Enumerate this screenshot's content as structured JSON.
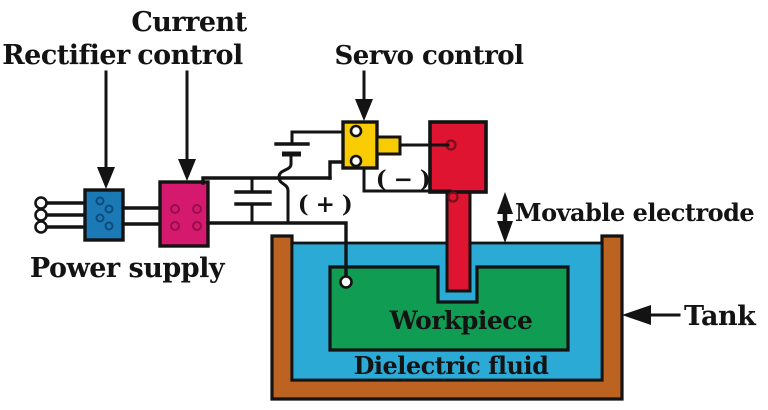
{
  "figure": {
    "type": "EDM process schematic diagram",
    "labels": {
      "rectifier": "Rectifier",
      "current_control_line1": "Current",
      "current_control_line2": "control",
      "servo_control": "Servo control",
      "power_supply": "Power supply",
      "plus_terminal": "( + )",
      "minus_terminal": "( − )",
      "movable_electrode": "Movable electrode",
      "tank": "Tank",
      "workpiece": "Workpiece",
      "dielectric_fluid": "Dielectric fluid"
    },
    "colors": {
      "rectifier_box": "#1B79B5",
      "rectifier_detail": "#0C4C7C",
      "current_control_box": "#D5196E",
      "current_control_detail": "#971049",
      "servo_control_box": "#F8CC00",
      "electrode": "#DF1430",
      "electrode_detail": "#7A0E1E",
      "tank": "#BC6322",
      "dielectric_fluid": "#2BAAD6",
      "workpiece": "#119C54",
      "line": "#131313",
      "background": "#FFFFFF"
    }
  }
}
